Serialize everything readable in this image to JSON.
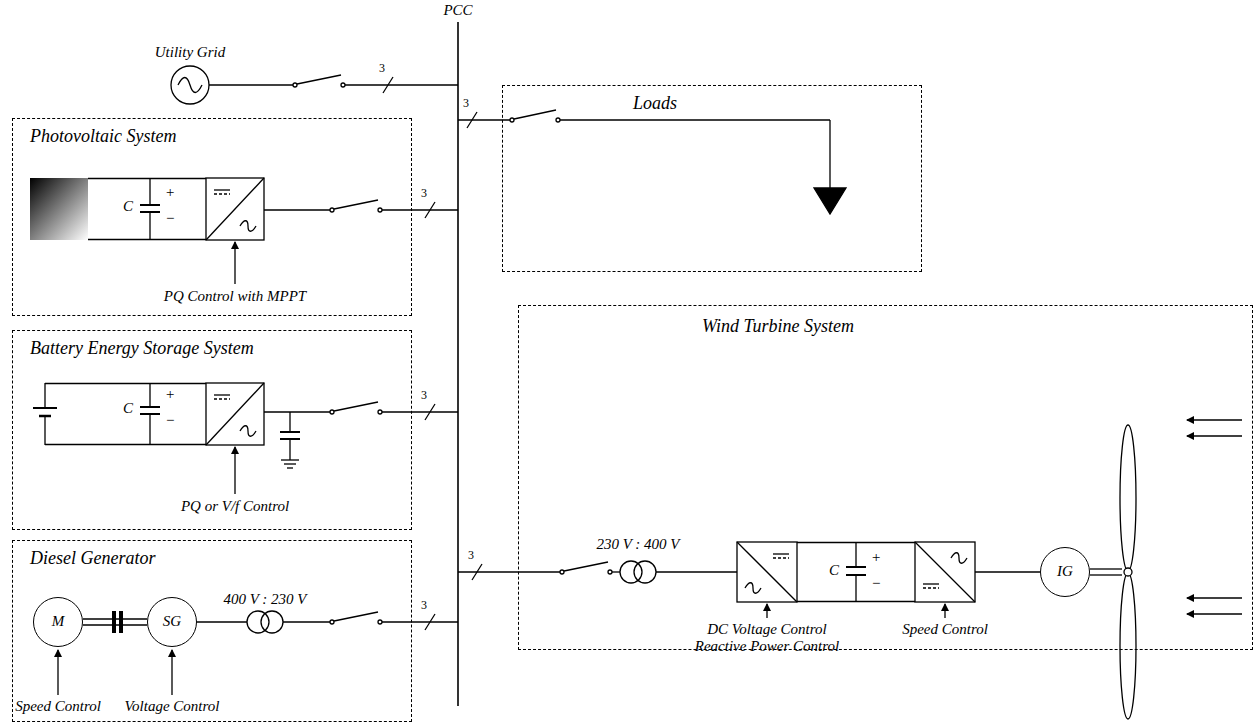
{
  "diagram": {
    "nodes": [
      {
        "text": [
          "Loads"
        ]
      },
      {
        "text": [
          "Photovoltaic System",
          "C",
          "+",
          "−",
          "PQ Control with MPPT"
        ]
      },
      {
        "text": [
          "Battery Energy Storage System",
          "C",
          "+",
          "−",
          "PQ or V/f Control"
        ]
      },
      {
        "text": [
          "Wind Turbine System",
          "230 V : 400 V",
          "C",
          "+",
          "−",
          "DC Voltage Control Reactive Power Control",
          "Speed Control"
        ]
      },
      {
        "text": [
          "IG"
        ],
        "in": 3
      },
      {
        "text": [
          "Diesel Generator",
          "400 V : 230 V",
          "Speed Control",
          "Voltage Control"
        ]
      },
      {
        "text": [
          "M"
        ],
        "in": 5
      },
      {
        "text": [
          "SG"
        ],
        "in": 5
      }
    ],
    "edges": [
      {
        "from": 6,
        "to": 7,
        "arrow": "none"
      }
    ],
    "labels": [
      "PCC",
      "Utility Grid",
      "3",
      "3",
      "3",
      "3",
      "3",
      "3"
    ]
  }
}
